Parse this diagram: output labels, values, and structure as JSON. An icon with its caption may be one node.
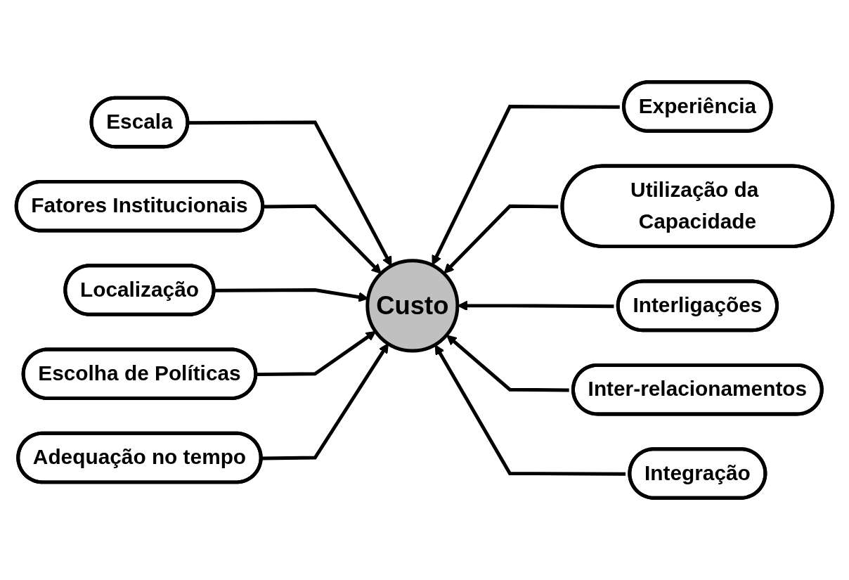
{
  "diagram": {
    "nodes": [
      {
        "text": [
          "Escala"
        ]
      },
      {
        "text": [
          "Experiência"
        ]
      },
      {
        "text": [
          "Fatores Institucionais"
        ]
      },
      {
        "text": [
          "Utilização da Capacidade"
        ]
      },
      {
        "text": [
          "Localização"
        ]
      },
      {
        "text": [
          "Custo"
        ]
      },
      {
        "text": [
          "Interligações"
        ]
      },
      {
        "text": [
          "Escolha de Políticas"
        ]
      },
      {
        "text": [
          "Inter-relacionamentos"
        ]
      },
      {
        "text": [
          "Adequação no tempo"
        ]
      },
      {
        "text": [
          "Integração"
        ]
      }
    ],
    "edges": [
      {
        "from": 0,
        "to": 5,
        "arrow": "to"
      },
      {
        "from": 1,
        "to": 5,
        "arrow": "to"
      },
      {
        "from": 2,
        "to": 5,
        "arrow": "to"
      },
      {
        "from": 3,
        "to": 5,
        "arrow": "to"
      },
      {
        "from": 4,
        "to": 5,
        "arrow": "to"
      },
      {
        "from": 6,
        "to": 5,
        "arrow": "to"
      },
      {
        "from": 7,
        "to": 5,
        "arrow": "to"
      },
      {
        "from": 8,
        "to": 5,
        "arrow": "to"
      },
      {
        "from": 9,
        "to": 5,
        "arrow": "to"
      },
      {
        "from": 10,
        "to": 5,
        "arrow": "to"
      }
    ]
  }
}
